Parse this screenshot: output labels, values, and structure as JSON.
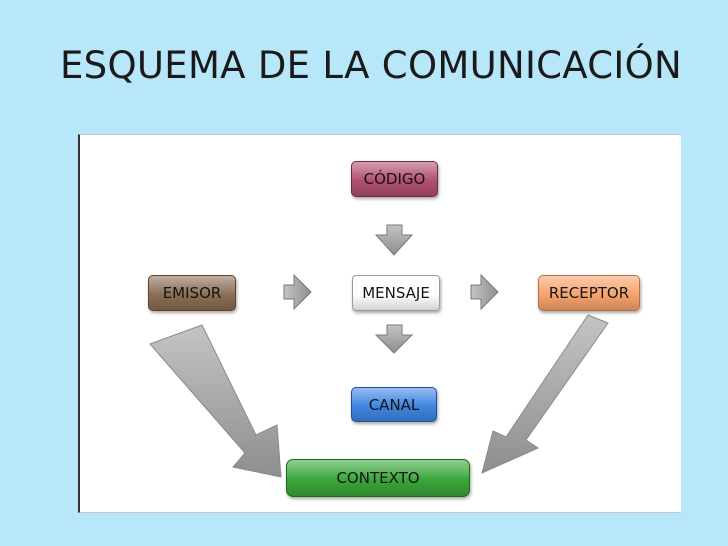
{
  "slide": {
    "title": "ESQUEMA DE LA COMUNICACIÓN"
  },
  "diagram": {
    "nodes": {
      "codigo": {
        "label": "CÓDIGO",
        "color": "#b14f73"
      },
      "emisor": {
        "label": "EMISOR",
        "color": "#8a6e54"
      },
      "mensaje": {
        "label": "MENSAJE",
        "color": "#ffffff"
      },
      "receptor": {
        "label": "RECEPTOR",
        "color": "#f6a36c"
      },
      "canal": {
        "label": "CANAL",
        "color": "#3f86e2"
      },
      "contexto": {
        "label": "CONTEXTO",
        "color": "#3aa63a"
      }
    },
    "arrow_color": "#9a9a9a"
  }
}
